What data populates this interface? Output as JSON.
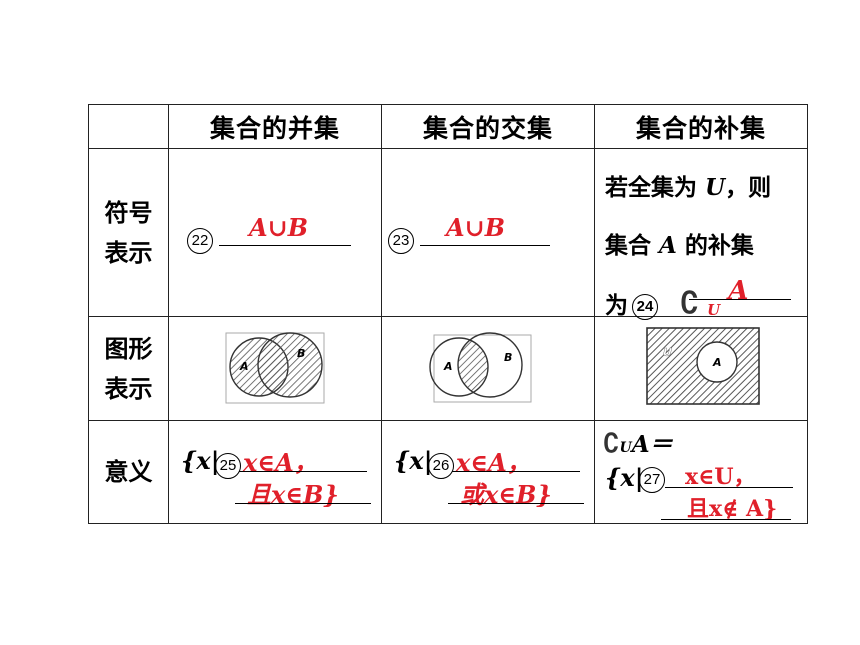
{
  "table": {
    "headers": [
      "",
      "集合的并集",
      "集合的交集",
      "集合的补集"
    ],
    "row_symbol": {
      "label_line1": "符号",
      "label_line2": "表示",
      "union": {
        "num": "22",
        "answer": "A∪B"
      },
      "intersection": {
        "num": "23",
        "answer": "A∪B"
      },
      "complement": {
        "line1_a": "若全集为 ",
        "line1_var": "U",
        "line1_b": "，则",
        "line2_a": "集合  ",
        "line2_var": "A",
        "line2_b": "  的补集",
        "line3_a": "为",
        "num": "24",
        "answer_sub": "U",
        "answer_var": "A"
      }
    },
    "row_figure": {
      "label_line1": "图形",
      "label_line2": "表示",
      "union_labels": {
        "a": "A",
        "b": "B"
      },
      "intersection_labels": {
        "a": "A",
        "b": "B"
      },
      "complement_labels": {
        "u": "U",
        "a": "A"
      }
    },
    "row_meaning": {
      "label": "意义",
      "union": {
        "prefix": "{x|",
        "num": "25",
        "line1": "x∈A，",
        "line2": "且x∈B}"
      },
      "intersection": {
        "prefix": "{x|",
        "num": "26",
        "line1": "x∈A，",
        "line2": "或x∈B}"
      },
      "complement": {
        "head_sub": "U",
        "head_rest": "A＝",
        "prefix": "{x|",
        "num": "27",
        "line1": "x∈U，",
        "line2": "且x∉ A}"
      }
    }
  },
  "colors": {
    "answer": "#e0202a",
    "border": "#222222",
    "hatch": "#555555"
  }
}
